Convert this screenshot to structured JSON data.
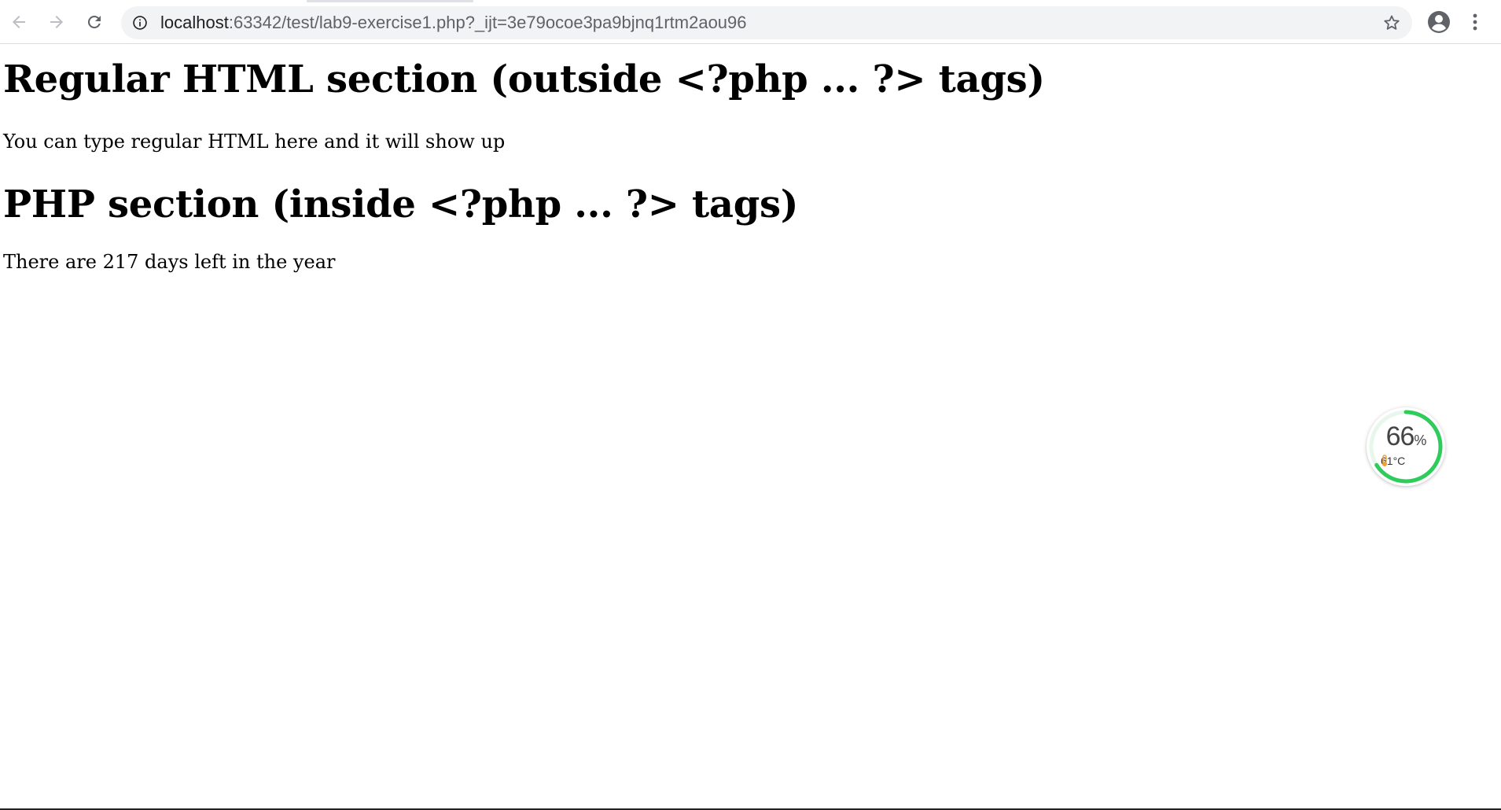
{
  "browser": {
    "url_host": "localhost",
    "url_rest": ":63342/test/lab9-exercise1.php?_ijt=3e79ocoe3pa9bjnq1rtm2aou96",
    "icons": {
      "back": "arrow-left-icon",
      "forward": "arrow-right-icon",
      "reload": "reload-icon",
      "info": "info-icon",
      "bookmark": "star-icon",
      "account": "account-icon",
      "menu": "kebab-menu-icon"
    }
  },
  "page": {
    "heading1": "Regular HTML section (outside <?php ... ?> tags)",
    "paragraph1": "You can type regular HTML here and it will show up",
    "heading2": "PHP section (inside <?php ... ?> tags)",
    "paragraph2": "There are 217 days left in the year"
  },
  "widget": {
    "percent": "66",
    "percent_unit": "%",
    "percent_value": 0.66,
    "temperature": "61°C",
    "ring_color": "#2ecc5a",
    "thermo_color": "#f0a030"
  }
}
